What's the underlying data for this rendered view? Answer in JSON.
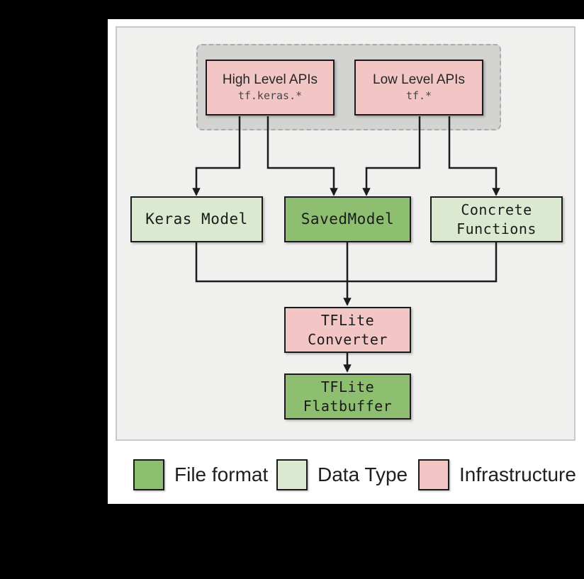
{
  "colors": {
    "background": "#000000",
    "panel": "#ffffff",
    "canvas_fill": "#f0f0ef",
    "canvas_border": "#c9c9c9",
    "group_fill": "#d3d3d2",
    "group_border": "#ababab",
    "infrastructure": "#f2c6c5",
    "data_type": "#dbe9d1",
    "file_format": "#8ebe6f",
    "box_border": "#1b1b1b",
    "line": "#1b1b1b"
  },
  "api_group": {
    "high_level": {
      "title": "High Level APIs",
      "subtitle": "tf.keras.*"
    },
    "low_level": {
      "title": "Low Level APIs",
      "subtitle": "tf.*"
    }
  },
  "nodes": {
    "keras_model": {
      "label": "Keras Model"
    },
    "saved_model": {
      "label": "SavedModel"
    },
    "concrete_functions": {
      "line1": "Concrete",
      "line2": "Functions"
    },
    "tflite_converter": {
      "line1": "TFLite",
      "line2": "Converter"
    },
    "tflite_flatbuffer": {
      "line1": "TFLite",
      "line2": "Flatbuffer"
    }
  },
  "legend": {
    "items": [
      {
        "label": "File format",
        "color": "#8ebe6f"
      },
      {
        "label": "Data Type",
        "color": "#dbe9d1"
      },
      {
        "label": "Infrastructure",
        "color": "#f2c6c5"
      }
    ]
  }
}
